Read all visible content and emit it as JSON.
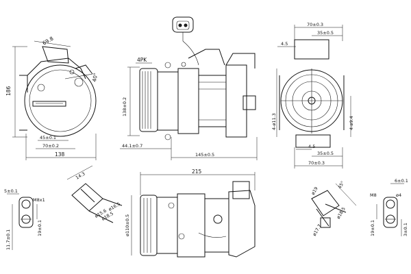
{
  "drawing": {
    "front_view": {
      "height": "186",
      "connector_dim": "69.8",
      "angle": "40°",
      "bolt_spacing": "45±0.1",
      "bolt_width": "70±0.2",
      "overall_width": "138"
    },
    "side_view": {
      "belt": "4PK",
      "pulley_height": "138±0.2",
      "pulley_offset": "44.1±0.7",
      "mount_length": "145±0.5"
    },
    "rear_view": {
      "top_width": "70±0.3",
      "top_hole_spacing": "35±0.5",
      "top_offset": "4.5",
      "hole_dia": "4-ø11.3",
      "pcd": "4-ø9.4",
      "bottom_offset": "4.5",
      "bottom_hole_spacing": "35±0.5",
      "bottom_width": "70±0.3"
    },
    "port_left": {
      "depth": "5±0.1",
      "thread": "M8x1",
      "height": "19±0.1",
      "offset": "11.7±0.1"
    },
    "port_angled": {
      "angle_dim": "14.3",
      "bore": "ø15.6",
      "dia1": "ø18.5",
      "dia2": "ø16.5"
    },
    "bottom_view": {
      "length": "215",
      "diameter": "ø110±0.5"
    },
    "port_right_angled": {
      "angle": "45°",
      "dia1": "ø19",
      "dia2": "ø18.5",
      "dia3": "ø17.7"
    },
    "port_right": {
      "offset": "6±0.1",
      "thread": "M8",
      "hole": "ø4",
      "height": "19±0.1",
      "depth": "3±0.1"
    }
  }
}
